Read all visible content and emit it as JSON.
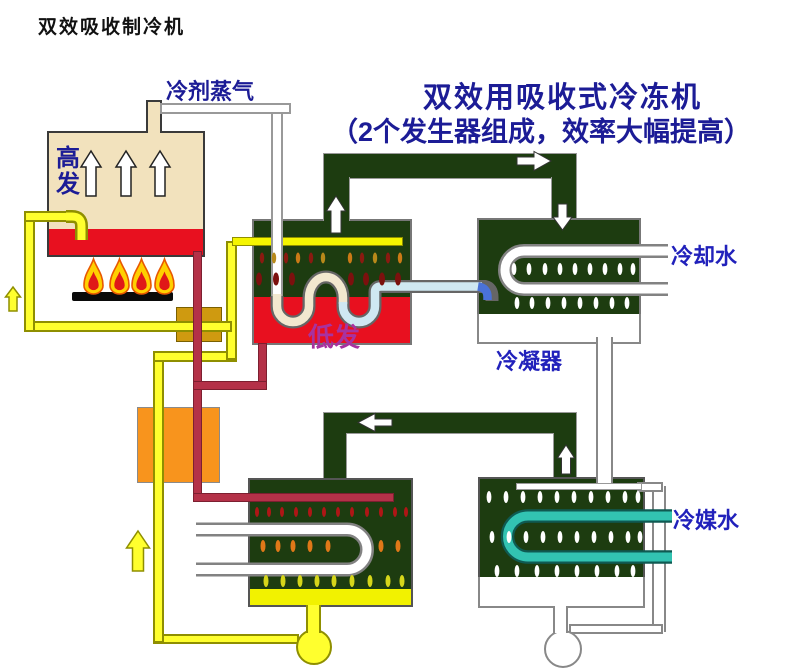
{
  "header": {
    "title": "双效吸收制冷机"
  },
  "headline": {
    "line1": "双效用吸收式冷冻机",
    "line2": "（2个发生器组成，效率大幅提高）"
  },
  "labels": {
    "refrigerant_vapor": "冷剂蒸气",
    "high_generator": "高发",
    "low_generator": "低发",
    "condenser": "冷凝器",
    "cooling_water": "冷却水",
    "chilled_water": "冷媒水"
  },
  "colors": {
    "title_text": "#111111",
    "headline_text": "#1c1c96",
    "blue_label": "#2121bb",
    "purple_label": "#a832a0",
    "generator_shell": "#f2e2bd",
    "hot_liquid_red": "#e8101f",
    "vessel_green": "#1d3c10",
    "pipe_yellow": "#ffff2e",
    "pipe_yellow_edge": "#8f8f00",
    "pipe_crimson": "#b43148",
    "heat_exchanger_gold": "#cf9a10",
    "heat_exchanger_orange": "#f8941d",
    "chilled_water_teal": "#32c3b2",
    "refrigerant_lightblue": "#cfe8f2",
    "inlet_blue": "#4a72d8",
    "flame_yellow": "#ffd000",
    "flame_red": "#e01818"
  }
}
